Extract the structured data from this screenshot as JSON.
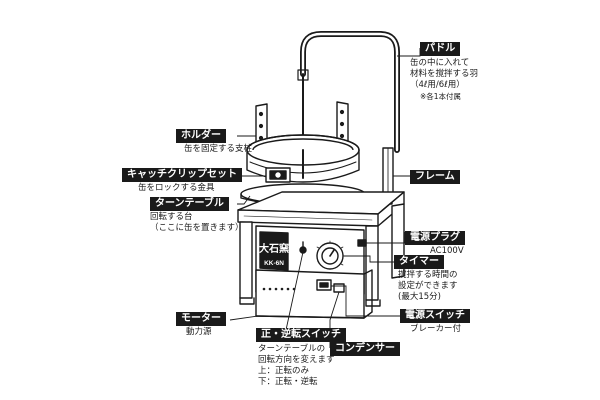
{
  "labels": {
    "paddle": {
      "tag": "パドル",
      "desc": [
        "缶の中に入れて",
        "材料を撹拌する羽",
        "（4ℓ用/6ℓ用）"
      ],
      "note": "※各1本付属"
    },
    "holder": {
      "tag": "ホルダー",
      "desc": [
        "缶を固定する支柱"
      ]
    },
    "catch_clip": {
      "tag": "キャッチクリップセット",
      "desc": [
        "缶をロックする金具"
      ]
    },
    "turntable": {
      "tag": "ターンテーブル",
      "desc": [
        "回転する台",
        "（ここに缶を置きます）"
      ]
    },
    "frame": {
      "tag": "フレーム"
    },
    "power_plug": {
      "tag": "電源プラグ",
      "desc": [
        "AC100V"
      ]
    },
    "timer": {
      "tag": "タイマー",
      "desc": [
        "撹拌する時間の",
        "設定ができます",
        "(最大15分)"
      ]
    },
    "motor": {
      "tag": "モーター",
      "desc": [
        "動力源"
      ]
    },
    "power_switch": {
      "tag": "電源スイッチ",
      "desc": [
        "ブレーカー付"
      ]
    },
    "direction_switch": {
      "tag": "正・逆転スイッチ",
      "desc": [
        "ターンテーブルの",
        "回転方向を変えます",
        "上：正転のみ",
        "下：正転・逆転"
      ]
    },
    "condenser": {
      "tag": "コンデンサー"
    }
  },
  "machine": {
    "brand_text": "大石窯",
    "model_text": "KK-6N"
  }
}
